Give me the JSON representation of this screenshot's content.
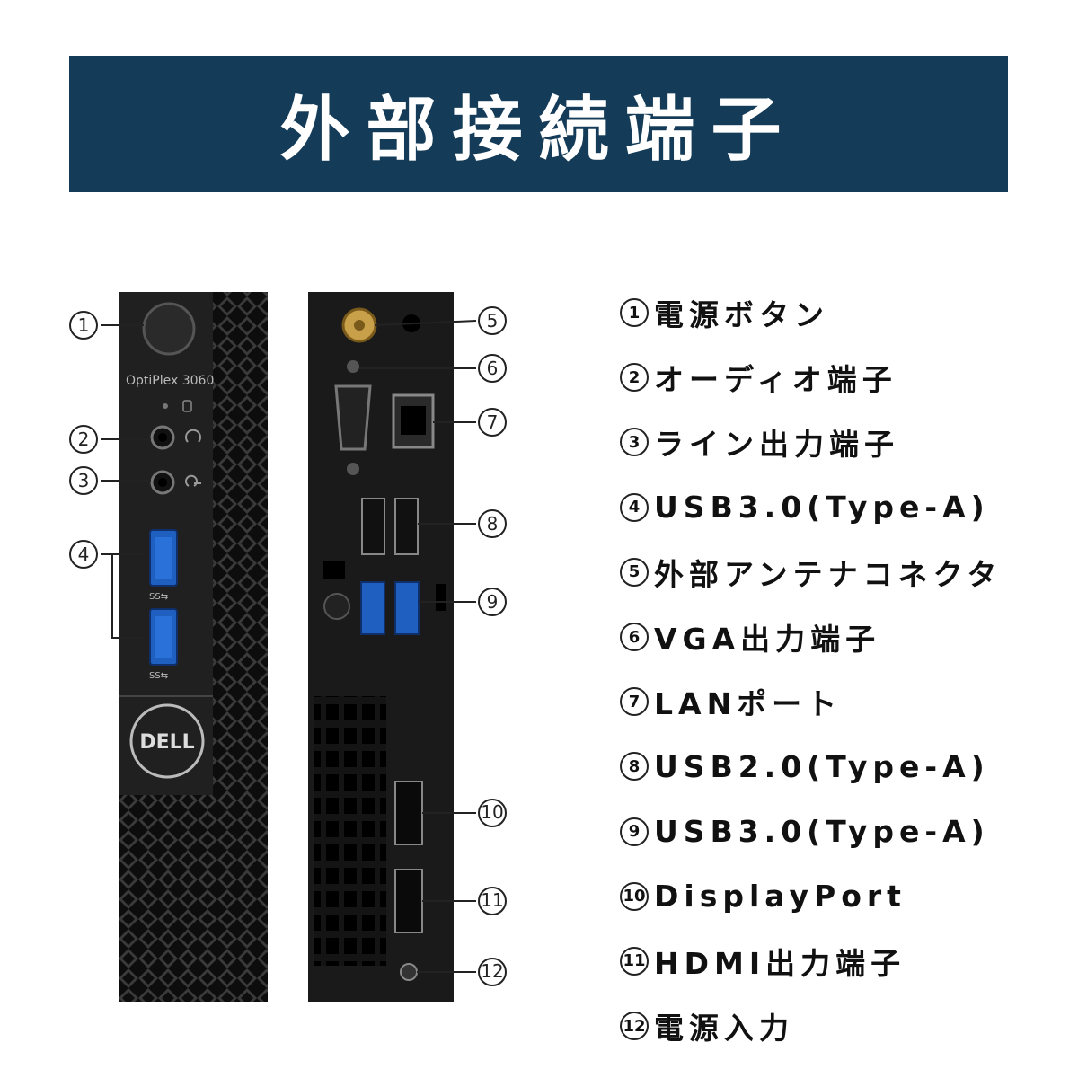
{
  "title": "外部接続端子",
  "front_panel": {
    "model_label": "OptiPlex 3060",
    "brand_logo": "DELL"
  },
  "callouts": [
    {
      "marker": "1",
      "label": "電源ボタン"
    },
    {
      "marker": "2",
      "label": "オーディオ端子"
    },
    {
      "marker": "3",
      "label": "ライン出力端子"
    },
    {
      "marker": "4",
      "label": "USB3.0(Type-A)"
    },
    {
      "marker": "5",
      "label": "外部アンテナコネクタ"
    },
    {
      "marker": "6",
      "label": "VGA出力端子"
    },
    {
      "marker": "7",
      "label": "LANポート"
    },
    {
      "marker": "8",
      "label": "USB2.0(Type-A)"
    },
    {
      "marker": "9",
      "label": "USB3.0(Type-A)"
    },
    {
      "marker": "10",
      "label": "DisplayPort"
    },
    {
      "marker": "11",
      "label": "HDMI出力端子"
    },
    {
      "marker": "12",
      "label": "電源入力"
    }
  ],
  "colors": {
    "banner": "#143b57",
    "usb3_blue": "#1f5fbf",
    "chassis": "#1b1b1b"
  }
}
